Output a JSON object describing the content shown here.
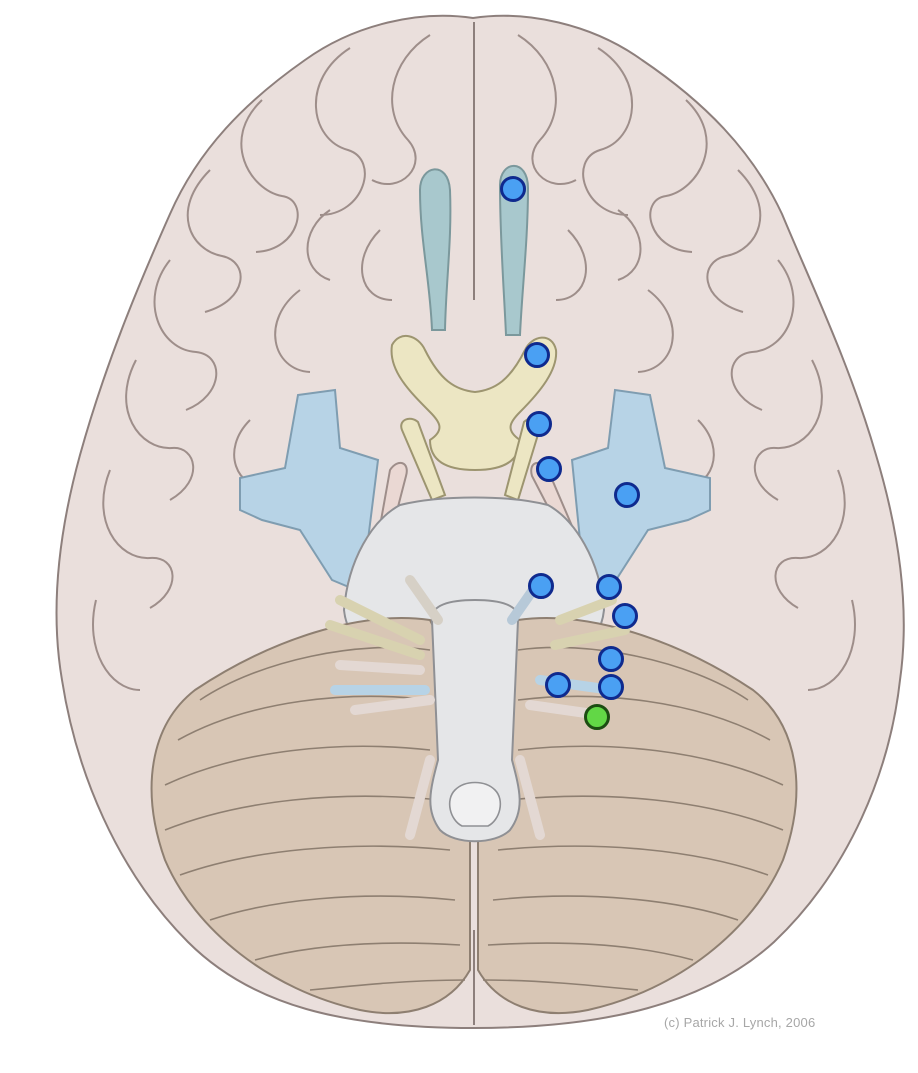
{
  "diagram": {
    "credit": "(c) Patrick J. Lynch, 2006"
  },
  "colors": {
    "page_background": "#ffffff",
    "cerebrum_fill": "#eadfdc",
    "cerebrum_stroke": "#8d7f7c",
    "cerebellum_fill": "#d8c6b5",
    "cerebellum_stroke": "#8e7f71",
    "brainstem_fill": "#e5e6e8",
    "olfactory_fill": "#a8c8cd",
    "optic_fill": "#ece6c3",
    "vessel_fill": "#b7d3e6",
    "marker_blue_fill": "#4aa0f3",
    "marker_green_fill": "#62d746",
    "marker_stroke_blue": "#0f2a8e",
    "marker_stroke_green": "#1c4d12"
  },
  "markers": [
    {
      "id": "marker-1",
      "color": "blue",
      "label": ""
    },
    {
      "id": "marker-2",
      "color": "blue",
      "label": ""
    },
    {
      "id": "marker-3",
      "color": "blue",
      "label": ""
    },
    {
      "id": "marker-4",
      "color": "blue",
      "label": ""
    },
    {
      "id": "marker-5",
      "color": "blue",
      "label": ""
    },
    {
      "id": "marker-6",
      "color": "blue",
      "label": ""
    },
    {
      "id": "marker-7",
      "color": "blue",
      "label": ""
    },
    {
      "id": "marker-8",
      "color": "blue",
      "label": ""
    },
    {
      "id": "marker-9",
      "color": "blue",
      "label": ""
    },
    {
      "id": "marker-10",
      "color": "blue",
      "label": ""
    },
    {
      "id": "marker-11",
      "color": "blue",
      "label": ""
    },
    {
      "id": "marker-12",
      "color": "green",
      "label": ""
    }
  ]
}
